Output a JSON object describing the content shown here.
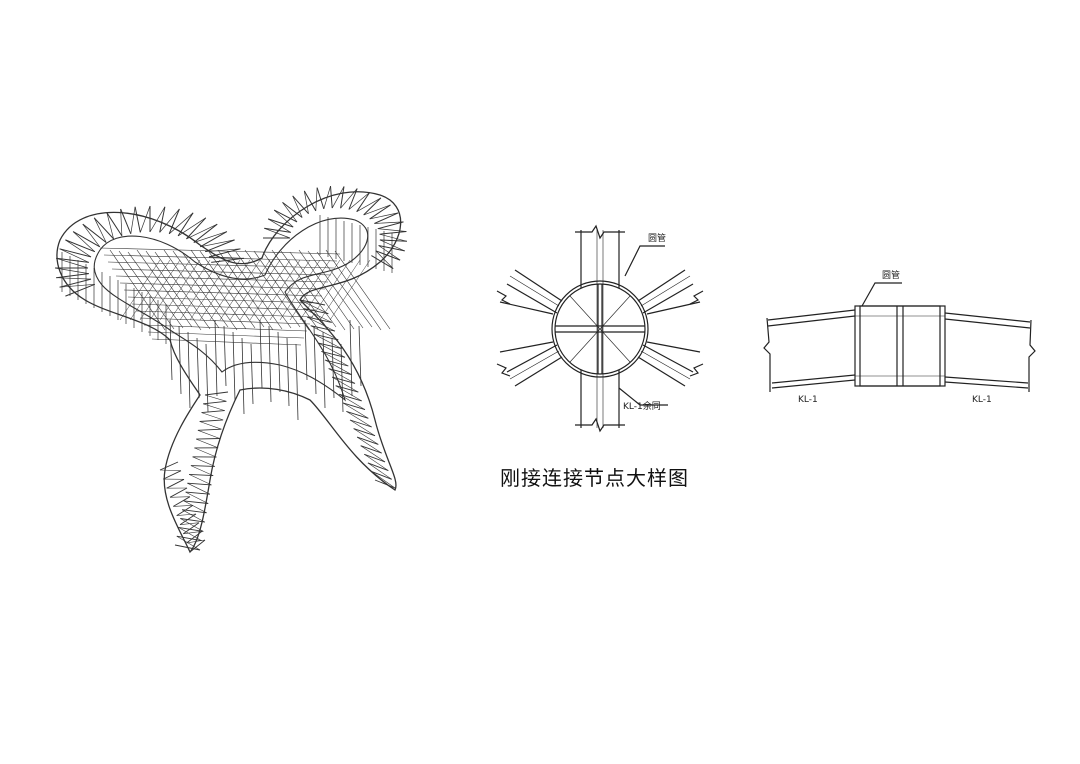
{
  "caption": "刚接连接节点大样图",
  "node_plan": {
    "pipe_label": "圆管",
    "beam_label": "KL-1余同"
  },
  "node_elevation": {
    "pipe_label": "圆管",
    "beam_left_label": "KL-1",
    "beam_right_label": "KL-1"
  },
  "colors": {
    "line": "#222222",
    "background": "#ffffff"
  }
}
